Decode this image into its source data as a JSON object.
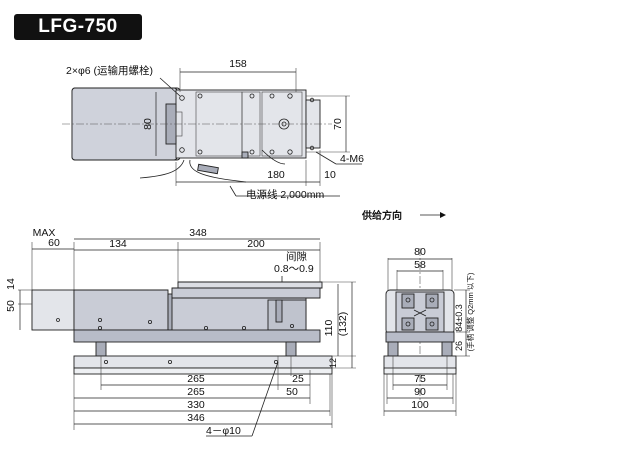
{
  "model": "LFG-750",
  "annotations": {
    "shipping_bolts": "2×φ6 (运输用螺栓)",
    "cable": "电源线  2,000mm",
    "feed_direction": "供给方向",
    "gap_label": "间隙",
    "gap_range": "0.8～0.9",
    "mount_holes_bottom": "4－φ10",
    "mount_holes_top": "4-M6",
    "vertical_note_a": "84±0.3",
    "vertical_note_b": "(手柄 调整 Q2mm 以下)"
  },
  "dims": {
    "top_158": "158",
    "top_80": "80",
    "top_70": "70",
    "top_180": "180",
    "top_10": "10",
    "side_max": "MAX",
    "side_60": "60",
    "side_134": "134",
    "side_348": "348",
    "side_200": "200",
    "side_50": "50",
    "side_14": "14",
    "side_110": "110",
    "side_132": "(132)",
    "side_12": "12",
    "side_25": "25",
    "side_265a": "265",
    "side_265b": "265",
    "side_50b": "50",
    "side_330": "330",
    "side_346": "346",
    "front_80": "80",
    "front_58": "58",
    "front_26": "26",
    "front_75": "75",
    "front_90": "90",
    "front_100": "100"
  },
  "icons": {
    "arrow": "→"
  }
}
